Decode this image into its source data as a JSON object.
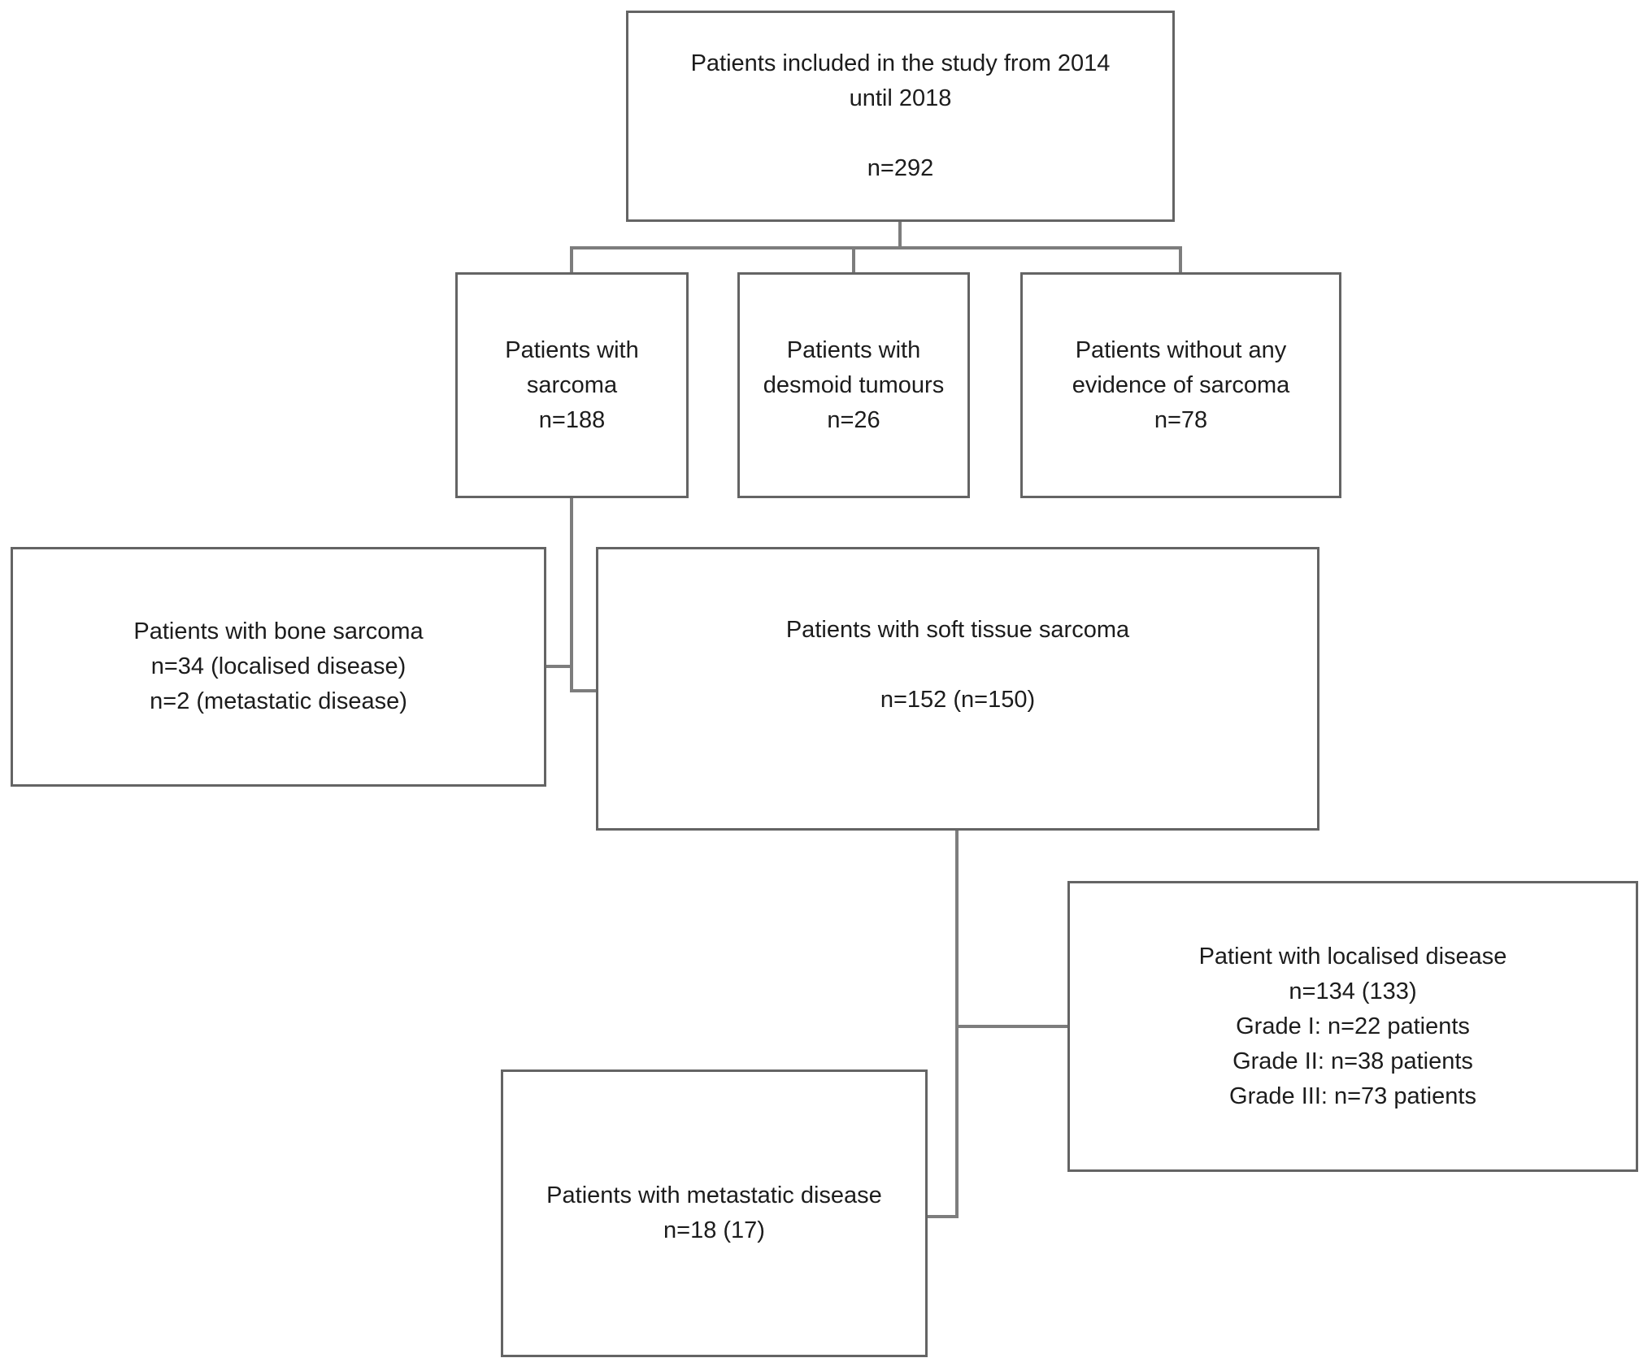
{
  "colors": {
    "background": "#ffffff",
    "box_border": "#646464",
    "connector": "#7d7d7d",
    "text": "#1c1c1c"
  },
  "boxes": {
    "included": {
      "lines": [
        "Patients included in the study from 2014",
        "until 2018",
        "n=292"
      ]
    },
    "sarcoma": {
      "lines": [
        "Patients with",
        "sarcoma",
        "n=188"
      ]
    },
    "desmoid": {
      "lines": [
        "Patients with",
        "desmoid tumours",
        "n=26"
      ]
    },
    "no_evidence": {
      "lines": [
        "Patients without any",
        "evidence of sarcoma",
        "n=78"
      ]
    },
    "bone": {
      "lines": [
        "Patients with bone sarcoma",
        "n=34 (localised disease)",
        "n=2 (metastatic disease)"
      ]
    },
    "soft_tissue": {
      "lines": [
        "Patients with soft tissue sarcoma",
        "n=152 (n=150)"
      ]
    },
    "localised": {
      "lines": [
        "Patient with localised disease",
        "n=134 (133)",
        "Grade I: n=22 patients",
        "Grade II: n=38 patients",
        "Grade III: n=73 patients"
      ]
    },
    "metastatic": {
      "lines": [
        "Patients with metastatic disease",
        "n=18 (17)"
      ]
    }
  }
}
